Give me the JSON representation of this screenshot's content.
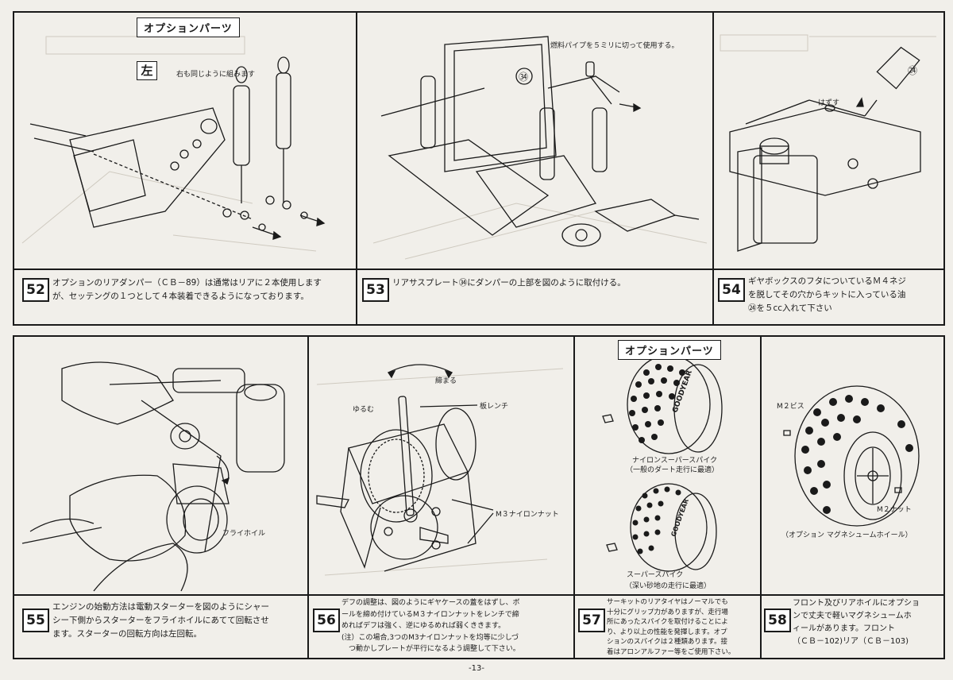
{
  "page_number": "-13-",
  "panels_top": {
    "p52": {
      "option_label": "オプションパーツ",
      "left_label": "左",
      "note": "右も同じように組みます"
    },
    "p53": {
      "note": "燃料パイプを５ミリに切って使用する。",
      "part_ref": "㉞"
    },
    "p54": {
      "remove_label": "はずす",
      "part_ref": "㉔"
    }
  },
  "steps_top": [
    {
      "num": "52",
      "lines": [
        "オプションのリアダンパー（ＣＢ－89）は通常はリアに２本使用します",
        "が、セッテングの１つとして４本装着できるようになっております。"
      ]
    },
    {
      "num": "53",
      "lines": [
        "リアサスプレート㉞にダンパーの上部を図のように取付ける。"
      ]
    },
    {
      "num": "54",
      "lines": [
        "ギヤボックスのフタについているＭ４ネジ",
        "を脱してその穴からキットに入っている油",
        "㉔を５cc入れて下さい"
      ]
    }
  ],
  "panels_bottom": {
    "p55": {
      "flywheel_label": "フライホイル"
    },
    "p56": {
      "tighten_label": "締まる",
      "loosen_label": "ゆるむ",
      "wrench_label": "板レンチ",
      "nut_label": "M３ナイロンナット"
    },
    "p57": {
      "option_label": "オプションパーツ",
      "spike_label_1": "ナイロンスーパースパイク",
      "spike_sub_1": "（一般のダート走行に最適）",
      "spike_label_2": "スーパースパイク",
      "spike_sub_2": "（深い砂地の走行に最適）",
      "tire_brand": "GOODYEAR"
    },
    "p58": {
      "screw_label": "M２ビス",
      "nut_label": "M２ナット",
      "wheel_label": "（オプション マグネシュームホイール）"
    }
  },
  "steps_bottom": [
    {
      "num": "55",
      "lines": [
        "エンジンの始動方法は電動スターターを図のようにシャー",
        "シー下側からスターターをフライホイルにあてて回転させ",
        "ます。スターターの回転方向は左回転。"
      ]
    },
    {
      "num": "56",
      "lines": [
        "デフの調整は、図のようにギヤケースの蓋をはずし、ボ",
        "ールを締め付けているM３ナイロンナットをレンチで締",
        "めればデフは強く、逆にゆるめれば弱くききます。",
        "(注）この場合,3つのM3ナイロンナットを均等に少しづ",
        "　つ動かしプレートが平行になるよう調整して下さい。"
      ]
    },
    {
      "num": "57",
      "lines": [
        "サーキットのリアタイヤはノーマルでも",
        "十分にグリップ力がありますが、走行場",
        "所にあったスパイクを取付けることによ",
        "り、より以上の性能を発揮します。オプ",
        "ションのスパイクは２種類あります。接",
        "着はアロンアルファー等をご使用下さい。"
      ]
    },
    {
      "num": "58",
      "lines": [
        "フロント及びリアホイルにオプショ",
        "ンで丈夫で軽いマグネシュームホ",
        "ィールがあります。フロント",
        "（ＣＢ－102)リア（ＣＢ－103)"
      ]
    }
  ]
}
